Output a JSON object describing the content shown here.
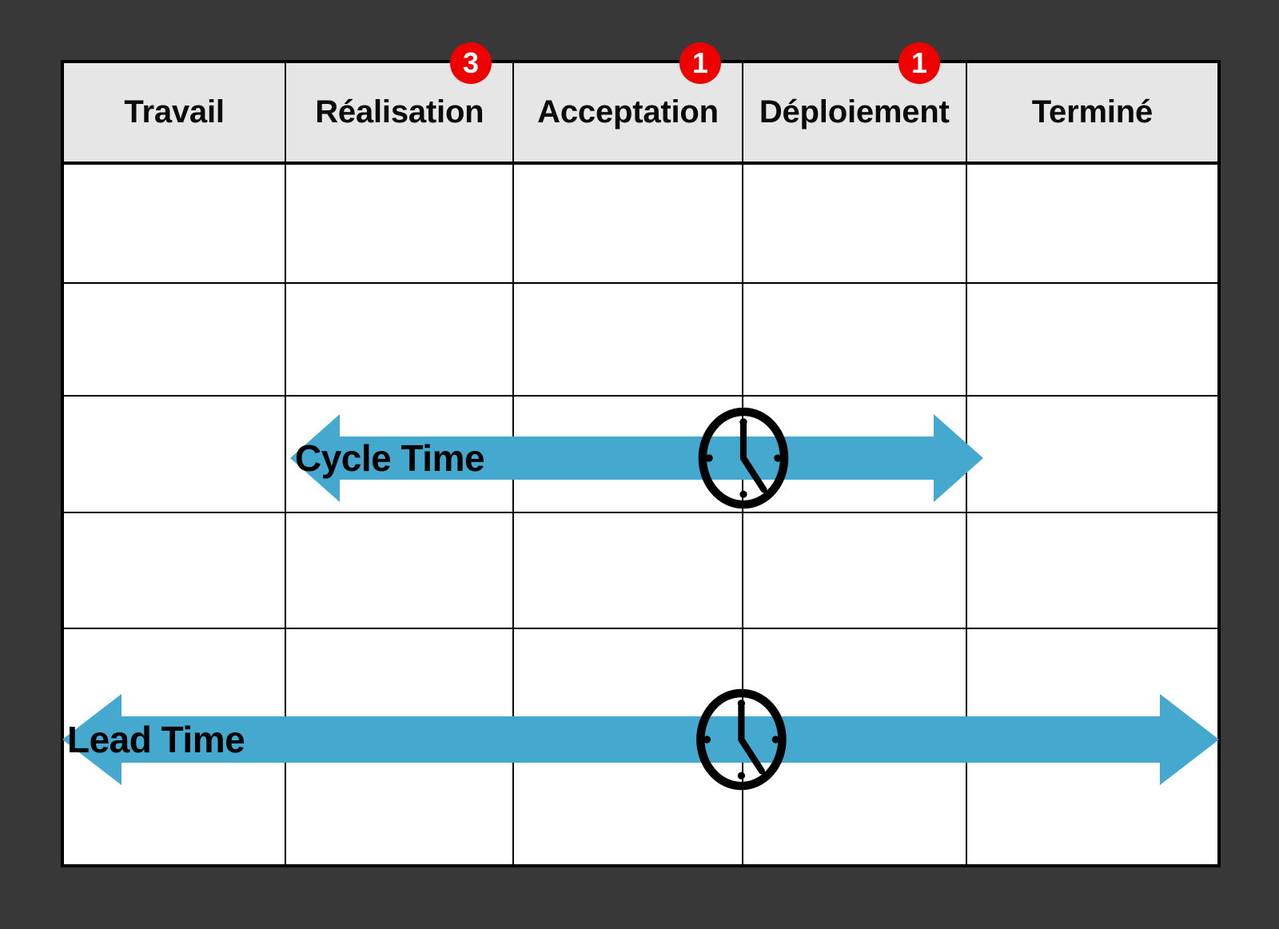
{
  "board": {
    "columns": [
      {
        "label": "Travail",
        "wip_limit": null
      },
      {
        "label": "Réalisation",
        "wip_limit": "3"
      },
      {
        "label": "Acceptation",
        "wip_limit": "1"
      },
      {
        "label": "Déploiement",
        "wip_limit": "1"
      },
      {
        "label": "Terminé",
        "wip_limit": null
      }
    ],
    "row_count": 5,
    "cards": []
  },
  "annotations": [
    {
      "id": "cycle-time",
      "label": "Cycle Time",
      "icon": "clock-icon",
      "spans_columns": [
        "Réalisation",
        "Acceptation",
        "Déploiement"
      ],
      "direction": "double"
    },
    {
      "id": "lead-time",
      "label": "Lead Time",
      "icon": "clock-icon",
      "spans_columns": [
        "Travail",
        "Réalisation",
        "Acceptation",
        "Déploiement",
        "Terminé"
      ],
      "direction": "double"
    }
  ],
  "colors": {
    "background": "#383838",
    "header_fill": "#e6e6e6",
    "board_fill": "#ffffff",
    "border": "#000000",
    "arrow_blue": "#45a8ce",
    "badge_red": "#ee0000",
    "badge_text": "#ffffff",
    "text": "#000000"
  }
}
